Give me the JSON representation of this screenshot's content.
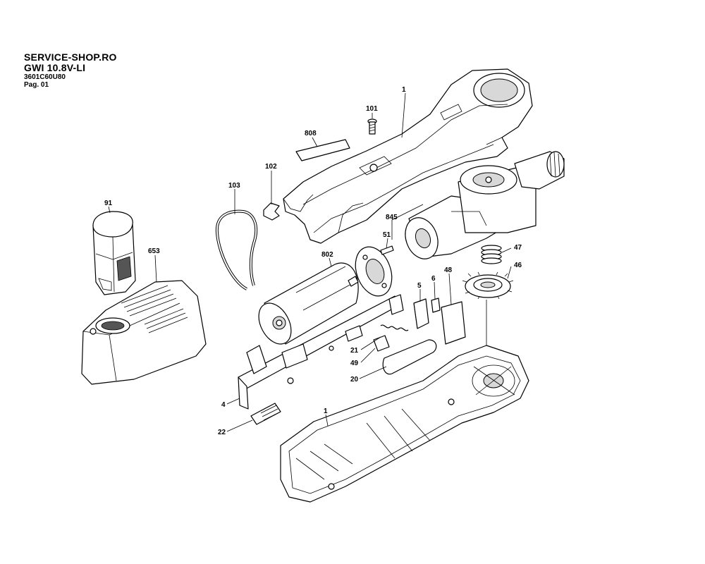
{
  "header": {
    "shop": "SERVICE-SHOP.RO",
    "model": "GWI 10.8V-LI",
    "part_number": "3601C60U80",
    "page": "Pag. 01"
  },
  "callouts": {
    "c1_top": "1",
    "c101": "101",
    "c808": "808",
    "c102": "102",
    "c103": "103",
    "c91": "91",
    "c653": "653",
    "c845": "845",
    "c51": "51",
    "c802": "802",
    "c47": "47",
    "c46": "46",
    "c48": "48",
    "c5": "5",
    "c6": "6",
    "c21": "21",
    "c49": "49",
    "c20": "20",
    "c4": "4",
    "c22": "22",
    "c1_bottom": "1"
  }
}
